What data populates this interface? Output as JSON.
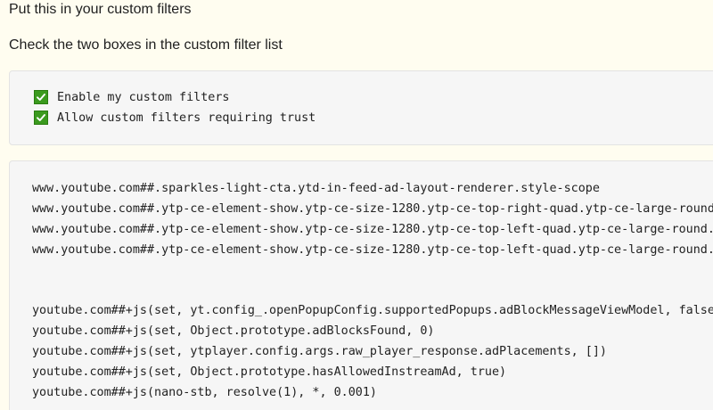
{
  "intro": {
    "line1": "Put this in your custom filters",
    "line2": "Check the two boxes in the custom filter list"
  },
  "settings": {
    "items": [
      {
        "label": "Enable my custom filters",
        "checked": true
      },
      {
        "label": "Allow custom filters requiring trust",
        "checked": true
      }
    ]
  },
  "filters": {
    "cosmetic": [
      "www.youtube.com##.sparkles-light-cta.ytd-in-feed-ad-layout-renderer.style-scope",
      "www.youtube.com##.ytp-ce-element-show.ytp-ce-size-1280.ytp-ce-top-right-quad.ytp-ce-large-round.y",
      "www.youtube.com##.ytp-ce-element-show.ytp-ce-size-1280.ytp-ce-top-left-quad.ytp-ce-large-round.yt",
      "www.youtube.com##.ytp-ce-element-show.ytp-ce-size-1280.ytp-ce-top-left-quad.ytp-ce-large-round.yt"
    ],
    "scriptlets": [
      "youtube.com##+js(set, yt.config_.openPopupConfig.supportedPopups.adBlockMessageViewModel, false)",
      "youtube.com##+js(set, Object.prototype.adBlocksFound, 0)",
      "youtube.com##+js(set, ytplayer.config.args.raw_player_response.adPlacements, [])",
      "youtube.com##+js(set, Object.prototype.hasAllowedInstreamAd, true)",
      "youtube.com##+js(nano-stb, resolve(1), *, 0.001)"
    ]
  },
  "colors": {
    "page_background": "#fffdf0",
    "code_background": "#f6f6f6",
    "checkbox_green": "#3b9a1e"
  },
  "icons": {
    "checkbox": "check-mark-icon"
  }
}
